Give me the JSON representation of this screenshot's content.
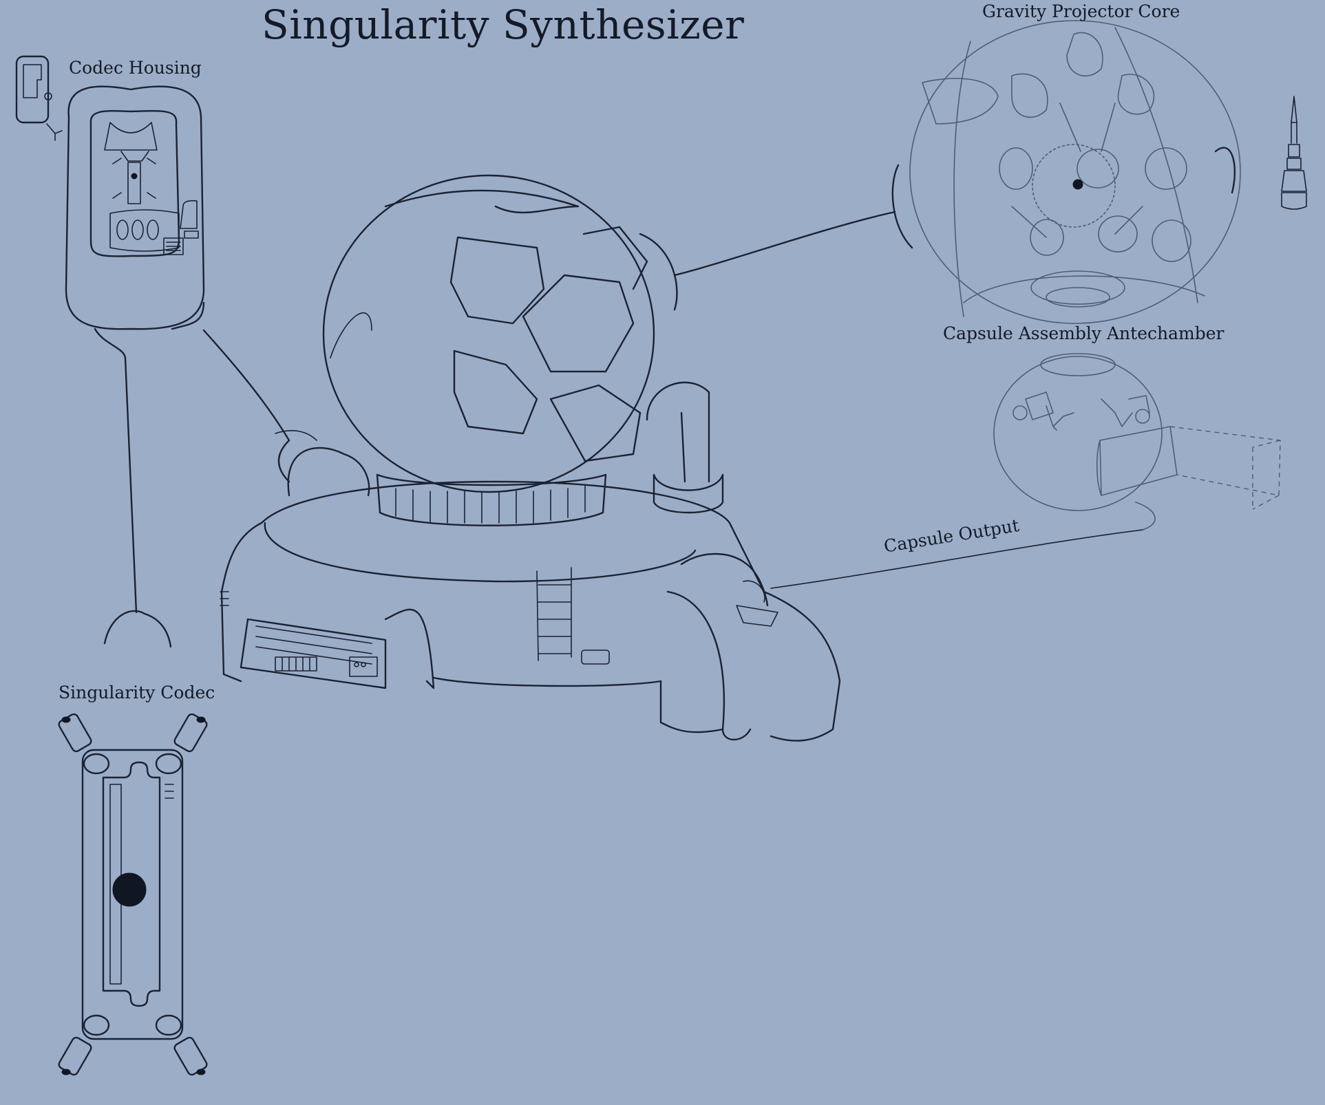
{
  "title": "Singularity Synthesizer",
  "labels": {
    "codec_housing": "Codec Housing",
    "gravity_projector_core": "Gravity Projector Core",
    "capsule_assembly_antechamber": "Capsule Assembly Antechamber",
    "capsule_output": "Capsule Output",
    "singularity_codec": "Singularity Codec"
  },
  "colors": {
    "background": "#9cadc8",
    "ink": "#1b2232",
    "faint_ink": "#4f5c75"
  }
}
